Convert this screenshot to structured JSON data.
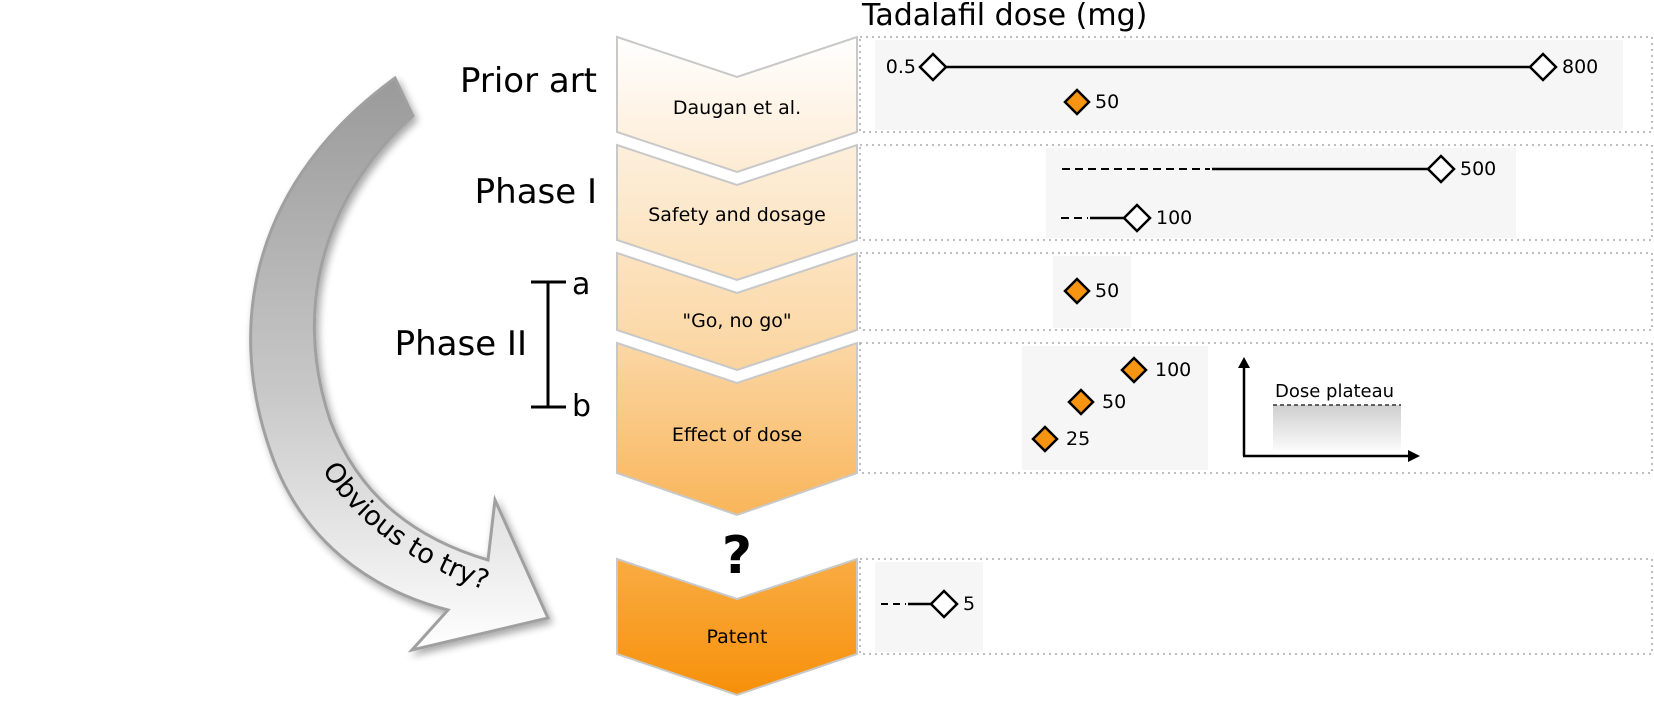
{
  "title": "Tadalafil dose (mg)",
  "arrow_label": "Obvious to try?",
  "question_mark": "?",
  "colors": {
    "orange": "#F7931E",
    "diamond_orange": "#F79412",
    "panel_bg": "#F6F6F6",
    "dotted": "#A8A8A8"
  },
  "stage_labels": {
    "prior_art": "Prior art",
    "phase1": "Phase I",
    "phase2": "Phase II",
    "phase2a": "a",
    "phase2b": "b"
  },
  "stages": [
    {
      "label": "Daugan et al.",
      "group": "Prior art"
    },
    {
      "label": "Safety and dosage",
      "group": "Phase I"
    },
    {
      "label": "\"Go, no go\"",
      "group": "Phase II a"
    },
    {
      "label": "Effect of dose",
      "group": "Phase II b"
    },
    {
      "label": "Patent",
      "group": "Patent"
    }
  ],
  "rows": [
    {
      "ranges": [
        {
          "from": "0.5",
          "to": "800",
          "from_label": "0.5",
          "to_label": "800",
          "dashed_prefix": false
        }
      ],
      "points": [
        {
          "value": "50",
          "label": "50",
          "filled": true
        }
      ]
    },
    {
      "ranges": [
        {
          "to": "500",
          "to_label": "500",
          "dashed_prefix": true
        },
        {
          "to": "100",
          "to_label": "100",
          "dashed_prefix": true
        }
      ],
      "points": []
    },
    {
      "ranges": [],
      "points": [
        {
          "value": "50",
          "label": "50",
          "filled": true
        }
      ]
    },
    {
      "ranges": [],
      "points": [
        {
          "value": "100",
          "label": "100",
          "filled": true
        },
        {
          "value": "50",
          "label": "50",
          "filled": true
        },
        {
          "value": "25",
          "label": "25",
          "filled": true
        }
      ],
      "inset": {
        "label": "Dose plateau"
      }
    },
    {
      "ranges": [
        {
          "to": "5",
          "to_label": "5",
          "dashed_prefix": true
        }
      ],
      "points": []
    }
  ]
}
